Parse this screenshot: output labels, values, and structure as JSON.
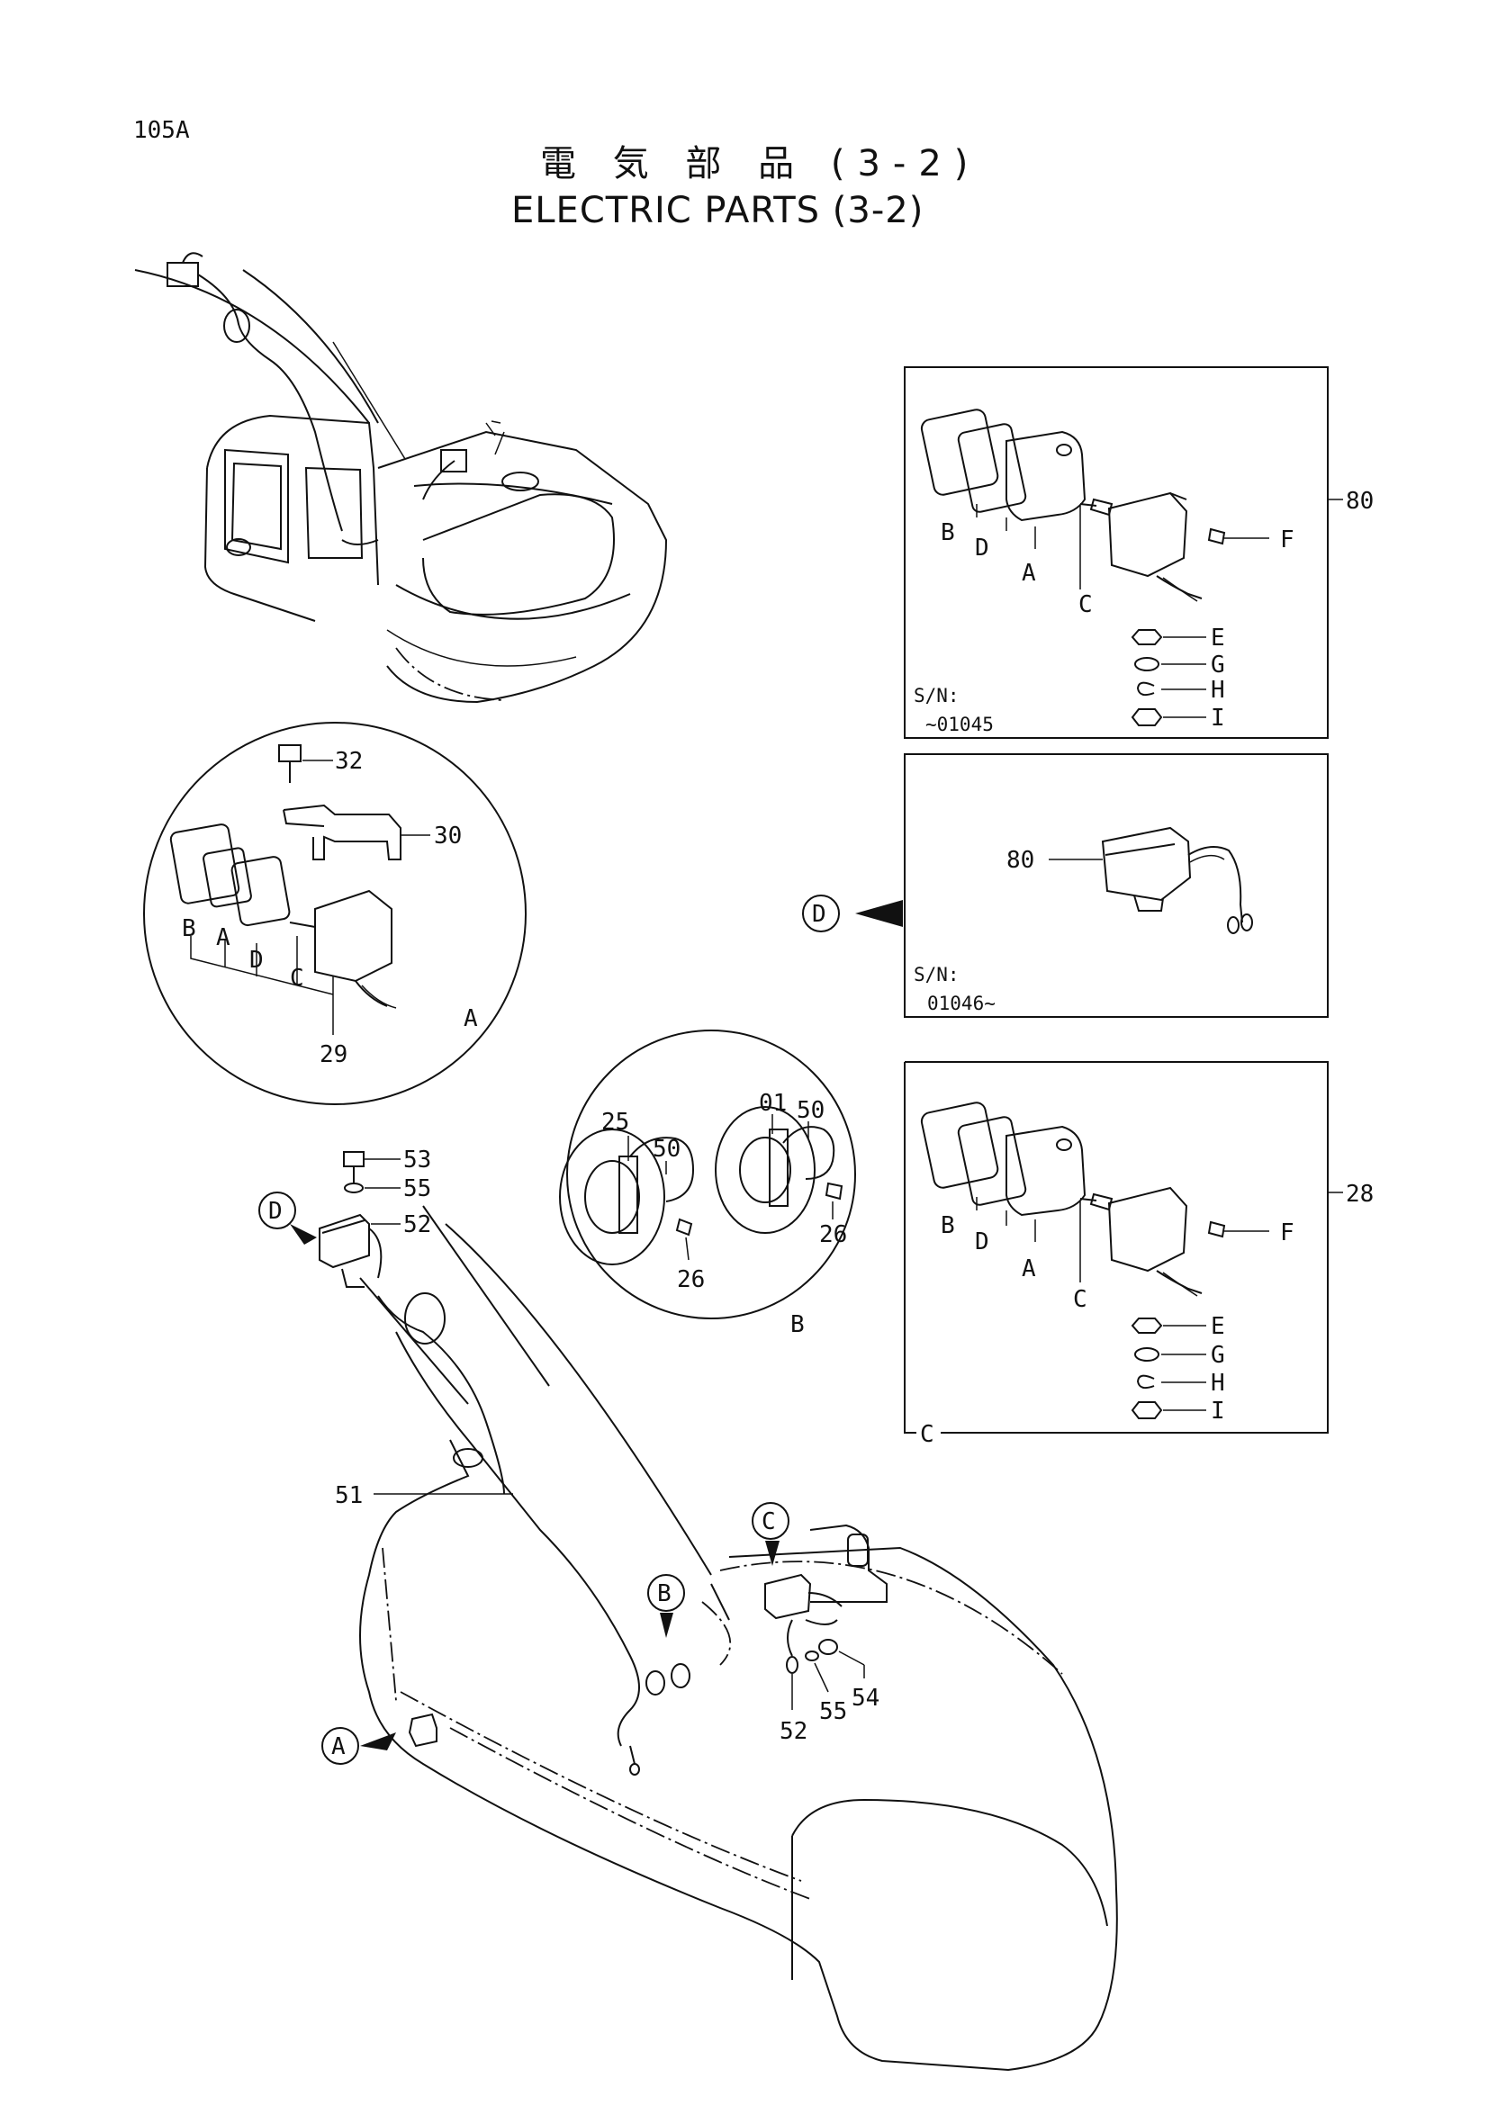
{
  "header": {
    "page_number": "105A",
    "title_jp": "電 気 部 品 (3-2)",
    "title_en": "ELECTRIC PARTS (3-2)"
  },
  "box_top": {
    "callout": "80",
    "sub_labels": [
      "B",
      "D",
      "A",
      "C",
      "F",
      "E",
      "G",
      "H",
      "I"
    ],
    "serial_label": "S/N:",
    "serial_range": "~01045"
  },
  "box_middle": {
    "callout": "80",
    "view": "D",
    "serial_label": "S/N:",
    "serial_range": "01046~"
  },
  "box_bottom": {
    "callout": "28",
    "view": "C",
    "sub_labels": [
      "B",
      "D",
      "A",
      "C",
      "F",
      "E",
      "G",
      "H",
      "I"
    ]
  },
  "detail_a": {
    "view": "A",
    "parts": [
      "32",
      "30",
      "29"
    ],
    "sub_labels": [
      "B",
      "A",
      "D",
      "C"
    ]
  },
  "detail_b": {
    "view": "B",
    "parts": [
      "25",
      "50",
      "26",
      "01",
      "50",
      "26"
    ]
  },
  "main_view": {
    "parts": [
      "53",
      "55",
      "52",
      "51",
      "52",
      "55",
      "54"
    ],
    "markers": [
      "D",
      "C",
      "B",
      "A"
    ]
  }
}
